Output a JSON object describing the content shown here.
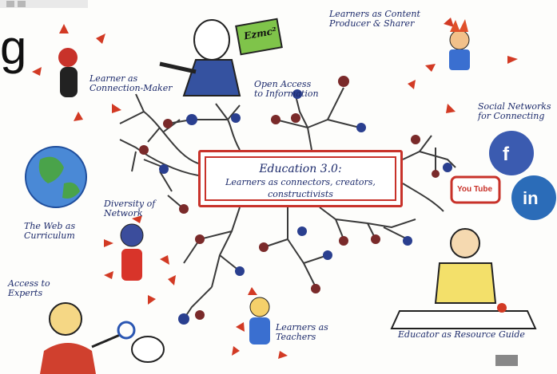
{
  "center": {
    "title": "Education 3.0:",
    "line1": "Learners as connectors, creators,",
    "line2": "constructivists"
  },
  "labels": {
    "connection_maker": "Learner as\nConnection-Maker",
    "open_access": "Open Access\nto Information",
    "content_producer": "Learners as Content\nProducer & Sharer",
    "social_networks": "Social Networks\nfor Connecting",
    "web_curriculum": "The Web as\nCurriculum",
    "diversity": "Diversity of\nNetwork",
    "access_experts": "Access to\nExperts",
    "learners_teachers": "Learners as\nTeachers",
    "educator_guide": "Educator as Resource Guide"
  },
  "sign_text": "Ezmc²",
  "partial_title": "g",
  "social_icons": [
    "f",
    "in",
    "You Tube"
  ]
}
